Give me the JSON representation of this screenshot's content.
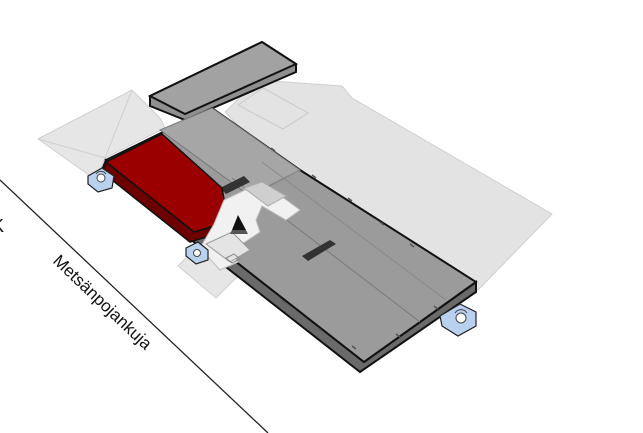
{
  "map": {
    "street_name": "Metsänpojankuja",
    "edge_glyph": "K",
    "colors": {
      "background": "#ffffff",
      "ground_outline": "#d9d9d9",
      "building_top": "#9b9b9b",
      "building_top_light": "#b7b7b7",
      "building_side": "#6a6a6a",
      "annex_roof": "#8f8f8f",
      "highlight": "#9a0000",
      "highlight_side": "#6d0000",
      "entrance_fill": "#dcdcdc",
      "entrance_icon_bg": "#b9d0ee",
      "street_line": "#222222"
    },
    "markers": [
      {
        "name": "entrance-marker-west",
        "icon": "entrance-icon"
      },
      {
        "name": "entrance-marker-center",
        "icon": "entrance-icon"
      },
      {
        "name": "entrance-marker-east",
        "icon": "entrance-icon"
      },
      {
        "name": "you-are-here-marker",
        "icon": "location-arrow-icon"
      }
    ]
  }
}
